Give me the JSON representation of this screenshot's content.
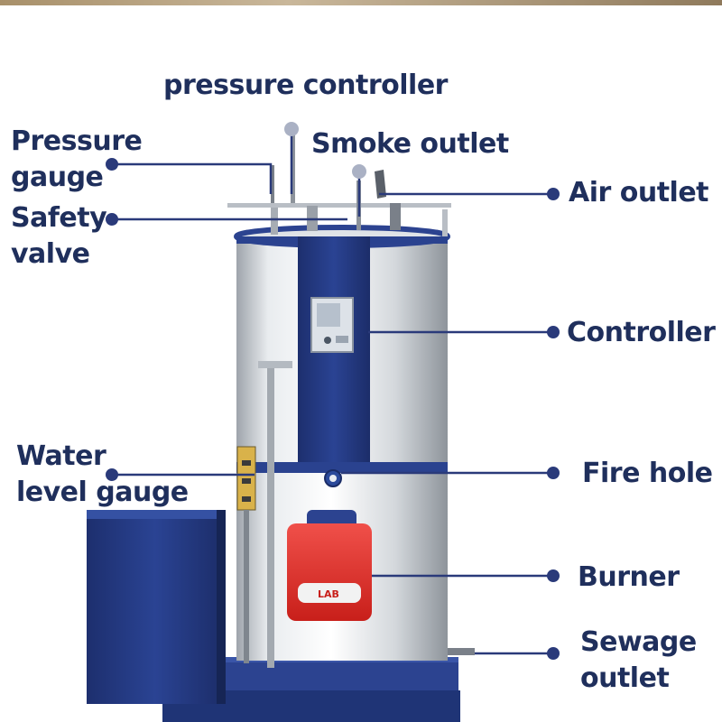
{
  "colors": {
    "label_text": "#1f2f5c",
    "leader_line": "#2a3a7a",
    "navy_panel": "#253c86",
    "steel": "#cfd3d8",
    "burner_red": "#e5322d"
  },
  "labels": {
    "pressure_controller": "pressure controller",
    "pressure_gauge": "Pressure\ngauge",
    "smoke_outlet": "Smoke outlet",
    "safety_valve": "Safety\nvalve",
    "air_outlet": "Air outlet",
    "controller": "Controller",
    "water_level_gauge": "Water\nlevel gauge",
    "fire_hole": "Fire  hole",
    "burner": "Burner",
    "sewage_outlet": "Sewage\noutlet"
  },
  "burner_badge": "LAB"
}
